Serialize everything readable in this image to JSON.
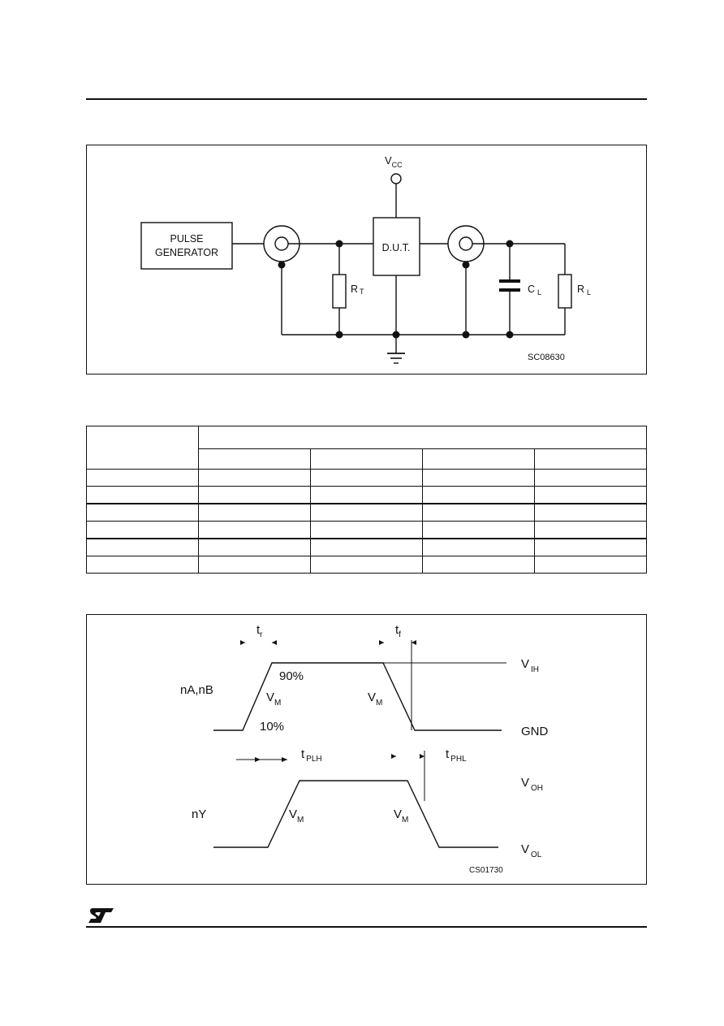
{
  "test_circuit": {
    "vcc_label": "V",
    "vcc_sub": "CC",
    "pulse_generator_line1": "PULSE",
    "pulse_generator_line2": "GENERATOR",
    "dut_label": "D.U.T.",
    "rt_label": "R",
    "rt_sub": "T",
    "cl_label": "C",
    "cl_sub": "L",
    "rl_label": "R",
    "rl_sub": "L",
    "figure_code": "SC08630"
  },
  "conditions_table": {
    "rows": 6,
    "value_columns": 4
  },
  "waveform": {
    "tr_label": "t",
    "tr_sub": "r",
    "tf_label": "t",
    "tf_sub": "f",
    "input_name": "nA,nB",
    "output_name": "nY",
    "pct90": "90%",
    "pct10": "10%",
    "vm_label": "V",
    "vm_sub": "M",
    "vih_label": "V",
    "vih_sub": "IH",
    "gnd_label": "GND",
    "tplh_label": "t",
    "tplh_sub": "PLH",
    "tphl_label": "t",
    "tphl_sub": "PHL",
    "voh_label": "V",
    "voh_sub": "OH",
    "vol_label": "V",
    "vol_sub": "OL",
    "figure_code": "CS01730"
  },
  "footer": {
    "logo_name": "st-logo"
  }
}
